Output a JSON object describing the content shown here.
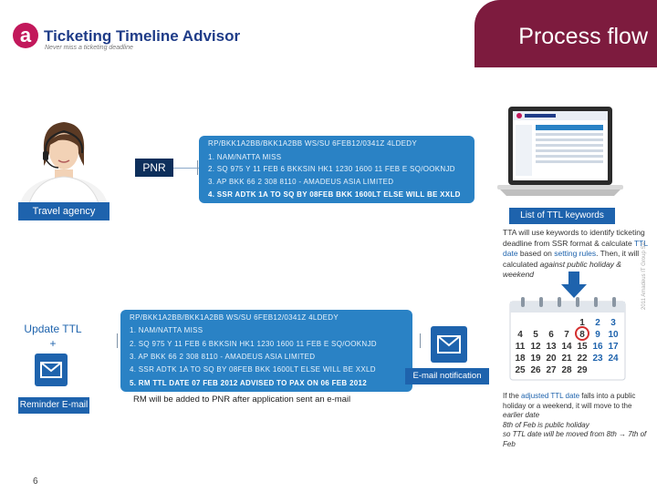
{
  "header": {
    "logo_letter": "a",
    "logo_title": "Ticketing Timeline Advisor",
    "logo_tagline": "Never miss a ticketing deadline",
    "page_title": "Process flow"
  },
  "agency": {
    "label": "Travel agency"
  },
  "pnr_top": {
    "badge": "PNR",
    "header_line": "RP/BKK1A2BB/BKK1A2BB          WS/SU  6FEB12/0341Z   4LDEDY",
    "lines": [
      "1. NAM/NATTA MISS",
      "2. SQ 975 Y 11 FEB 6 BKKSIN HK1  1230 1600  11 FEB  E  SQ/OOKNJD",
      "3. AP BKK 66 2 308 8110 - AMADEUS ASIA LIMITED",
      "4. SSR ADTK 1A TO SQ BY 08FEB BKK 1600LT ELSE WILL BE XXLD"
    ]
  },
  "laptop": {
    "list_label": "List of TTL keywords"
  },
  "tta_text": {
    "p1": "TTA will use keywords to identify ticketing deadline from SSR format & calculate ",
    "p1_hl": "TTL date",
    "p2": " based on ",
    "p2_hl": "setting rules",
    "p3": ". Then, it will calculated ",
    "p3_it": "against public holiday & weekend"
  },
  "pnr_bottom": {
    "header_line": "RP/BKK1A2BB/BKK1A2BB          WS/SU  6FEB12/0341Z   4LDEDY",
    "lines": [
      "1. NAM/NATTA MISS",
      "2. SQ 975 Y 11 FEB 6 BKKSIN HK1  1230 1600  11 FEB  E  SQ/OOKNJD",
      "3. AP BKK 66 2 308 8110 - AMADEUS ASIA LIMITED",
      "4. SSR ADTK 1A TO SQ BY 08FEB BKK 1600LT ELSE WILL BE XXLD",
      "5. RM TTL DATE 07 FEB 2012 ADVISED TO PAX ON 06 FEB 2012"
    ]
  },
  "update": {
    "label_line1": "Update TTL",
    "label_line2": "+",
    "reminder_label": "Reminder E-mail"
  },
  "rm_note": "RM will be added to PNR after application sent an  e-mail",
  "email_notification": "E-mail notification",
  "calendar": {
    "rows": [
      [
        "",
        "",
        "",
        "",
        "1",
        "2",
        "3"
      ],
      [
        "4",
        "5",
        "6",
        "7",
        "8",
        "9",
        "10"
      ],
      [
        "11",
        "12",
        "13",
        "14",
        "15",
        "16",
        "17"
      ],
      [
        "18",
        "19",
        "20",
        "21",
        "22",
        "23",
        "24"
      ],
      [
        "25",
        "26",
        "27",
        "28",
        "29",
        "",
        ""
      ]
    ],
    "highlight": "8"
  },
  "adjust_text": {
    "p1": "If the ",
    "p1_hl": "adjusted TTL date",
    "p2": " falls into a public holiday or a weekend, it will move to the ",
    "p2_it": "earlier date",
    "p3": "8th of Feb ",
    "p3_it": "is public holiday",
    "p4": "so TTL date will be moved from 8th → 7th of Feb"
  },
  "copyright": "2011 Amadeus IT Group SA",
  "slide_number": "6",
  "colors": {
    "brand_blue": "#1e63ad",
    "panel_blue": "#2a82c5",
    "title_maroon": "#7d1b3e",
    "logo_pink": "#c2185b"
  },
  "icons": {
    "mail": "envelope-icon",
    "arrow": "arrow-down-icon"
  }
}
